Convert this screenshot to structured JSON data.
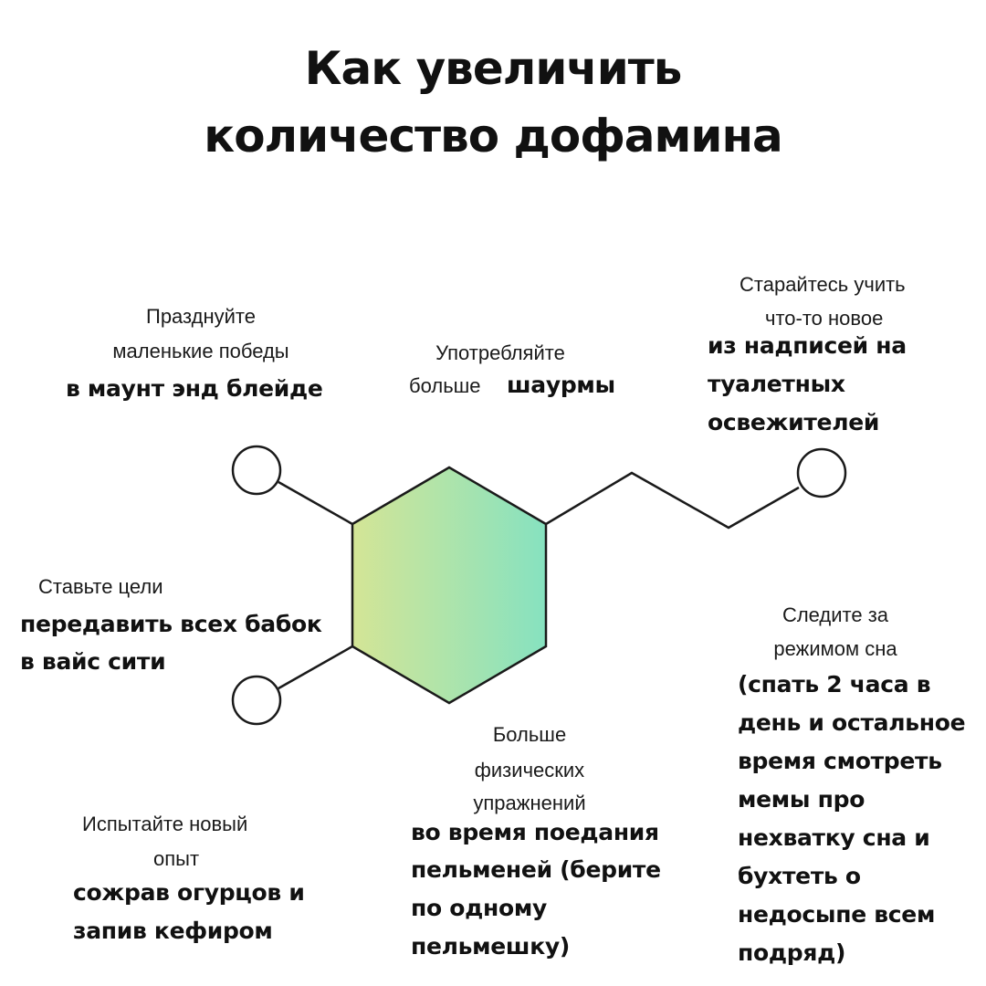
{
  "title": {
    "line1": "Как увеличить",
    "line2": "количество дофамина"
  },
  "tips": {
    "celebrate": {
      "line1": "Празднуйте",
      "line2": "маленькие победы",
      "extra": "в маунт энд блейде"
    },
    "consume": {
      "line1": "Употребляйте",
      "line2": "больше",
      "extra": "шаурмы"
    },
    "learn": {
      "line1": "Старайтесь учить",
      "line2": "что-то новое",
      "extra": [
        "из надписей на",
        "туалетных",
        "освежителей"
      ]
    },
    "goals": {
      "line1": "Ставьте цели",
      "extra": [
        "передавить всех бабок",
        "в  вайс сити"
      ]
    },
    "sleep": {
      "line1": "Следите за",
      "line2": "режимом сна",
      "extra": [
        "(спать 2 часа в",
        "день и остальное",
        "время смотреть",
        "мемы про",
        "нехватку сна и",
        "бухтеть о",
        "недосыпе всем",
        "подряд)"
      ]
    },
    "exercise": {
      "line1": "Больше",
      "line2": "физических",
      "line3": "упражнений",
      "extra": [
        "во время поедания",
        "пельменей (берите",
        "по одному",
        "пельмешку)"
      ]
    },
    "experience": {
      "line1": "Испытайте новый",
      "line2": "опыт",
      "extra": [
        "сожрав огурцов и",
        "запив кефиром"
      ]
    }
  },
  "colors": {
    "hexagon_left": "#d4e596",
    "hexagon_right": "#86e2c0",
    "stroke": "#1a1a1a"
  }
}
